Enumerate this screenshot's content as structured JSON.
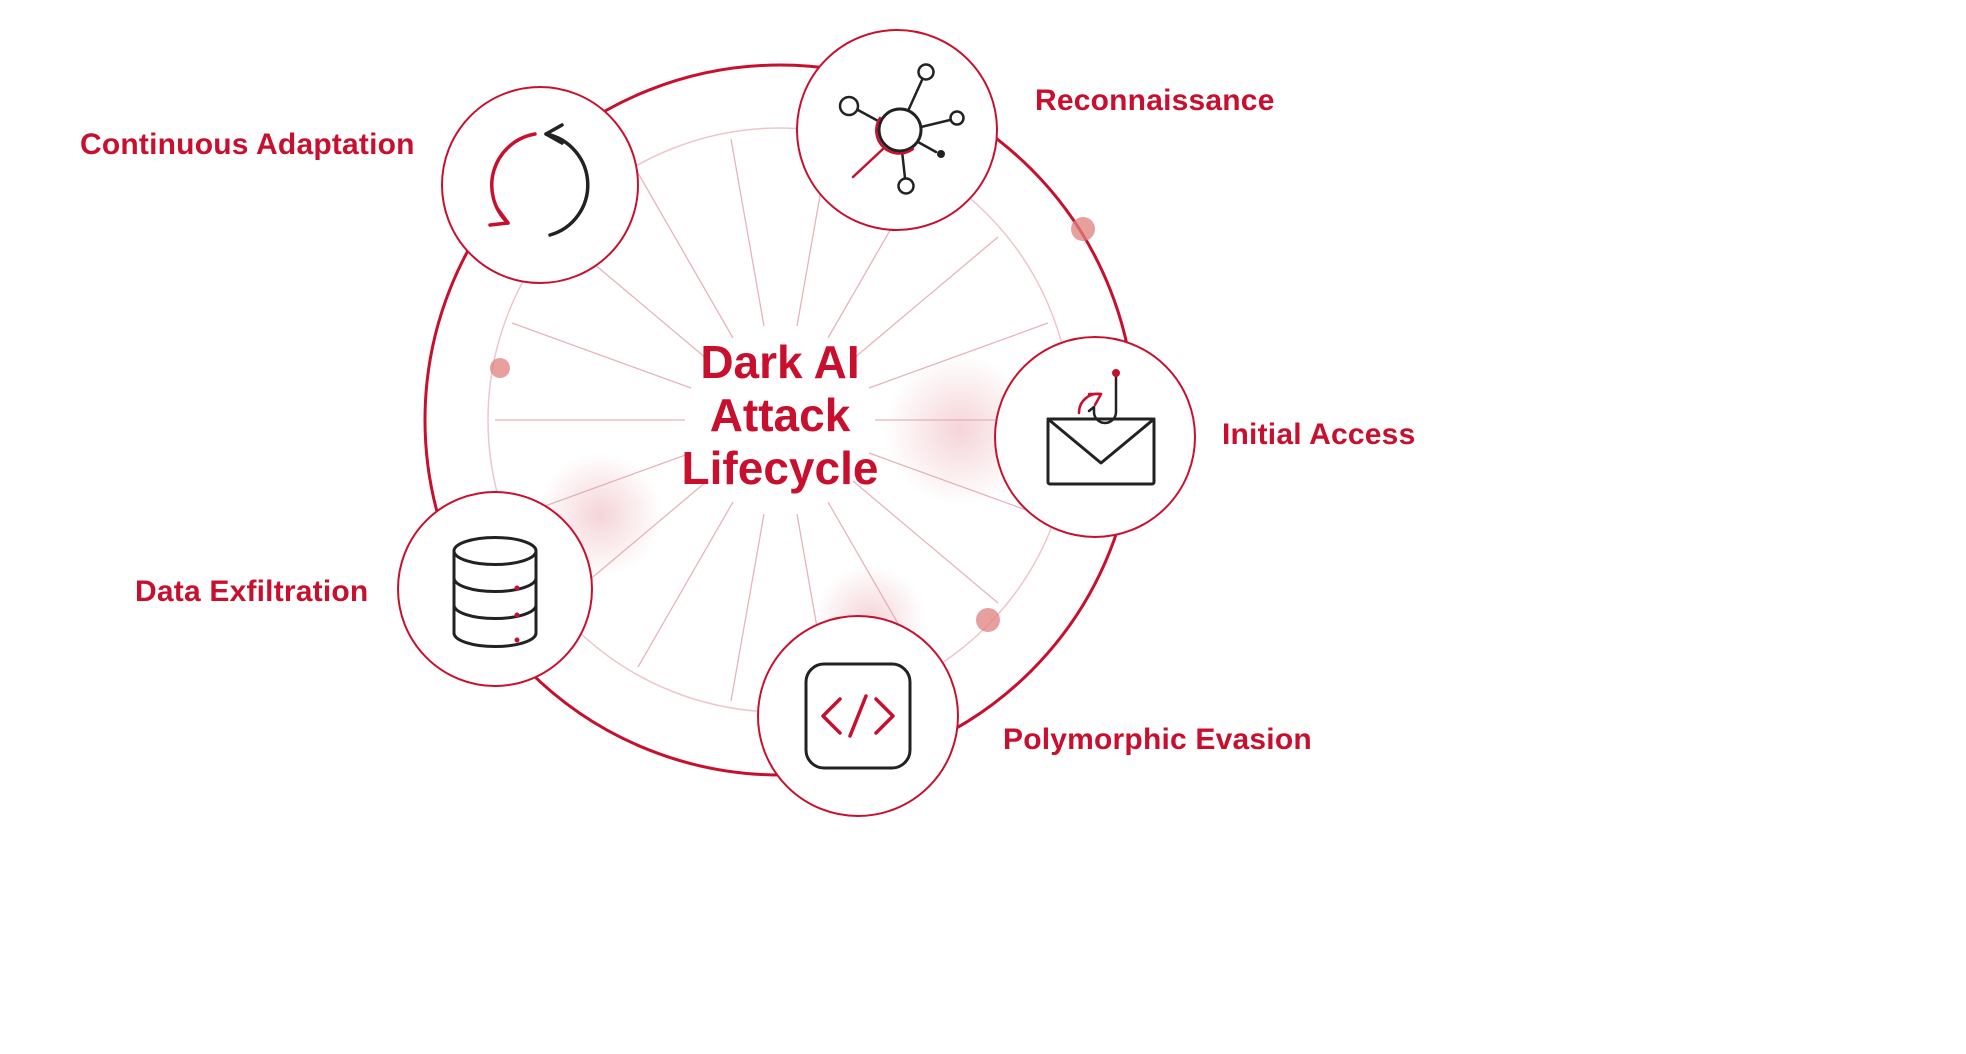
{
  "diagram": {
    "title": {
      "line1": "Dark AI",
      "line2": "Attack",
      "line3": "Lifecycle"
    },
    "stages": [
      {
        "label": "Reconnaissance",
        "icon": "network-nodes-icon"
      },
      {
        "label": "Initial Access",
        "icon": "phishing-email-hook-icon"
      },
      {
        "label": "Polymorphic Evasion",
        "icon": "code-brackets-icon"
      },
      {
        "label": "Data Exfiltration",
        "icon": "database-icon"
      },
      {
        "label": "Continuous Adaptation",
        "icon": "cycle-arrows-icon"
      }
    ],
    "colors": {
      "accent_red": "#c8102e",
      "soft_pink": "#eec6ca",
      "spoke_pink": "#dfa3aa",
      "dot_red": "#e0807f",
      "dark": "#222222",
      "background": "#ffffff"
    }
  }
}
